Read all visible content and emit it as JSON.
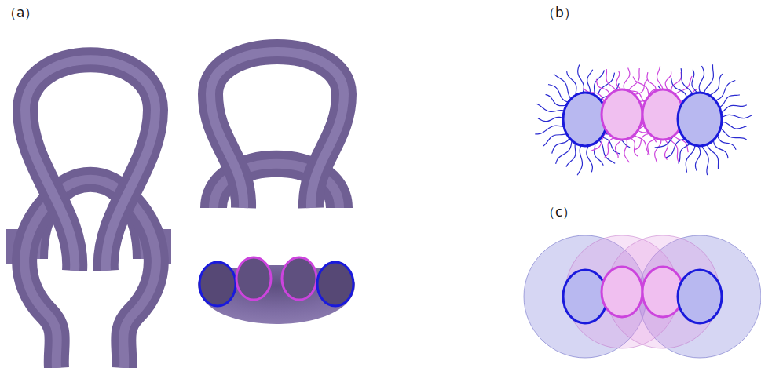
{
  "diagram": {
    "labels": [
      "（a）",
      "（b）",
      "（c）"
    ]
  }
}
